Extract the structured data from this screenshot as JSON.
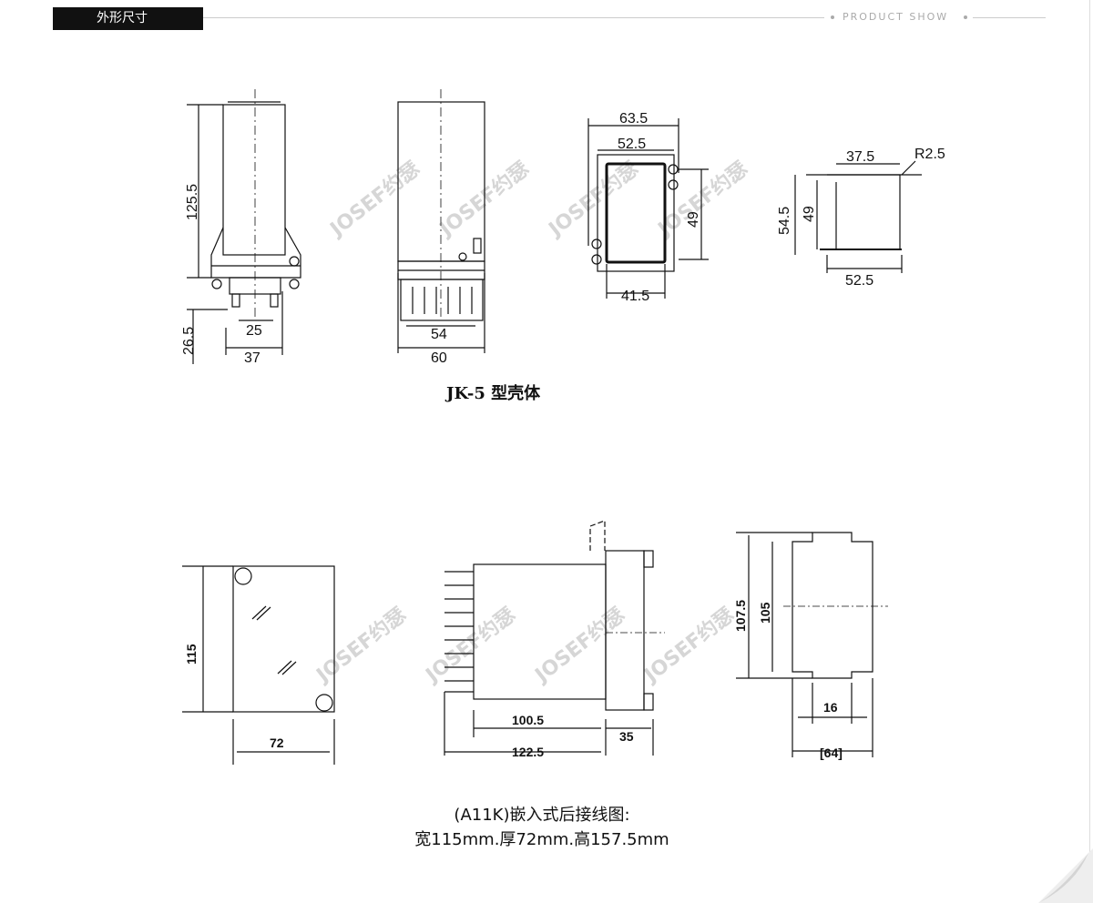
{
  "header": {
    "title": "外形尺寸",
    "tag": "PRODUCT SHOW"
  },
  "watermark": "JOSEF约瑟",
  "jk5": {
    "caption": "JK-5 型壳体",
    "dims": {
      "h125": "125.5",
      "h26": "26.5",
      "w25": "25",
      "w37": "37",
      "w54": "54",
      "w60": "60",
      "w635": "63.5",
      "w525a": "52.5",
      "h49a": "49",
      "w415": "41.5",
      "w375": "37.5",
      "r25": "R2.5",
      "h545": "54.5",
      "h49b": "49",
      "w525b": "52.5"
    }
  },
  "a11k": {
    "caption_line1": "(A11K)嵌入式后接线图:",
    "caption_line2": "宽115mm.厚72mm.高157.5mm",
    "dims": {
      "h115": "115",
      "w72": "72",
      "w1005": "100.5",
      "w35": "35",
      "w1225": "122.5",
      "h1075": "107.5",
      "h105": "105",
      "w16": "16",
      "w64": "[64]"
    }
  }
}
